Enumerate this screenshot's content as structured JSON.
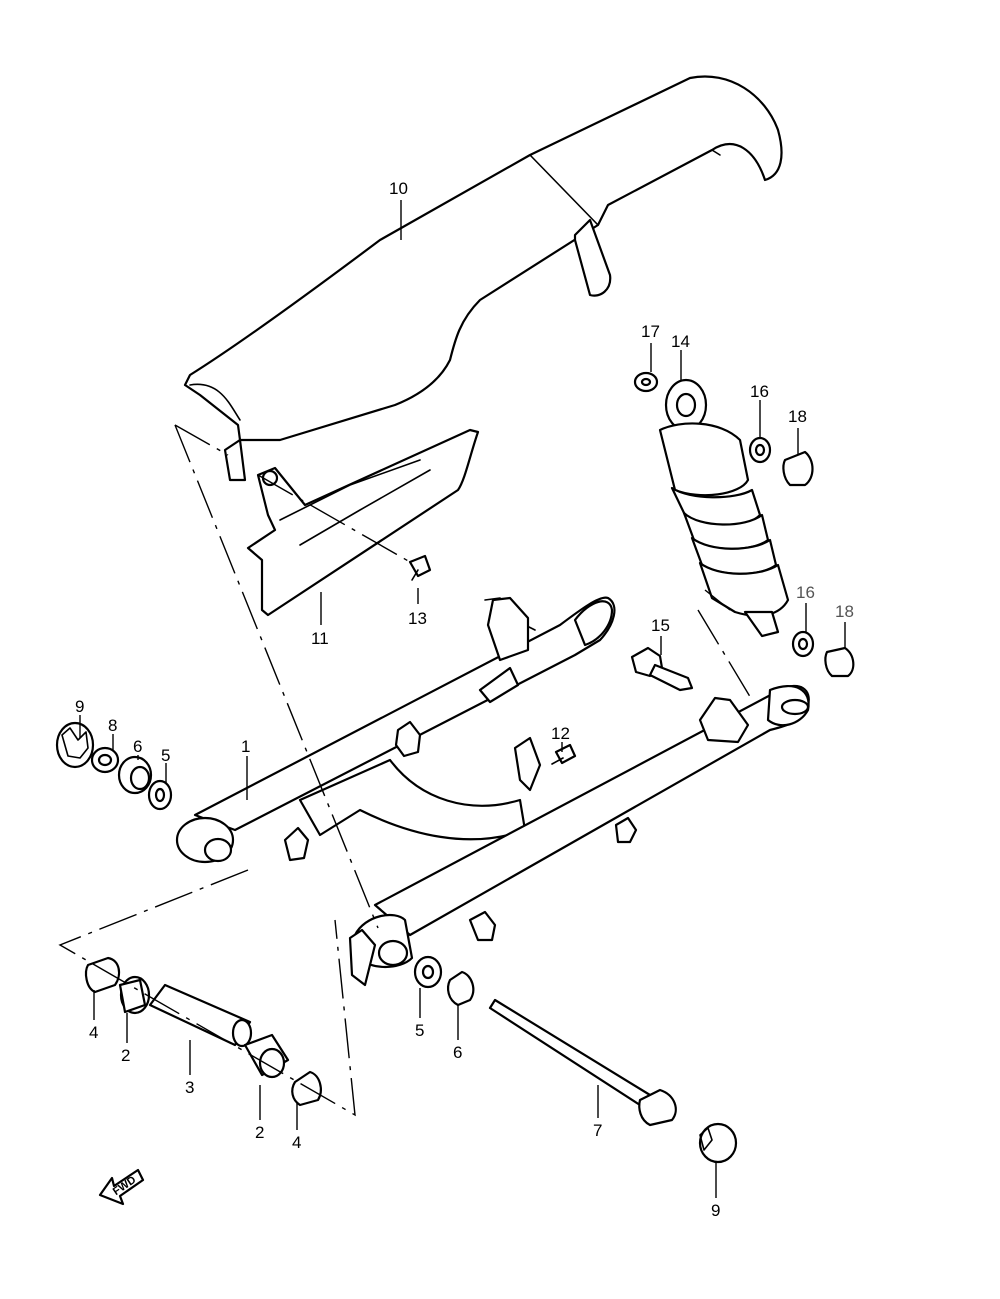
{
  "callouts": [
    {
      "id": "c1",
      "label": "1"
    },
    {
      "id": "c2a",
      "label": "2"
    },
    {
      "id": "c2b",
      "label": "2"
    },
    {
      "id": "c3",
      "label": "3"
    },
    {
      "id": "c4a",
      "label": "4"
    },
    {
      "id": "c4b",
      "label": "4"
    },
    {
      "id": "c5a",
      "label": "5"
    },
    {
      "id": "c5b",
      "label": "5"
    },
    {
      "id": "c6a",
      "label": "6"
    },
    {
      "id": "c6b",
      "label": "6"
    },
    {
      "id": "c7",
      "label": "7"
    },
    {
      "id": "c8",
      "label": "8"
    },
    {
      "id": "c9a",
      "label": "9"
    },
    {
      "id": "c9b",
      "label": "9"
    },
    {
      "id": "c10",
      "label": "10"
    },
    {
      "id": "c11",
      "label": "11"
    },
    {
      "id": "c12",
      "label": "12"
    },
    {
      "id": "c13",
      "label": "13"
    },
    {
      "id": "c14",
      "label": "14"
    },
    {
      "id": "c15",
      "label": "15"
    },
    {
      "id": "c16a",
      "label": "16"
    },
    {
      "id": "c16b",
      "label": "16"
    },
    {
      "id": "c17",
      "label": "17"
    },
    {
      "id": "c18a",
      "label": "18"
    },
    {
      "id": "c18b",
      "label": "18"
    }
  ],
  "direction_marker": {
    "text": "FWD"
  }
}
